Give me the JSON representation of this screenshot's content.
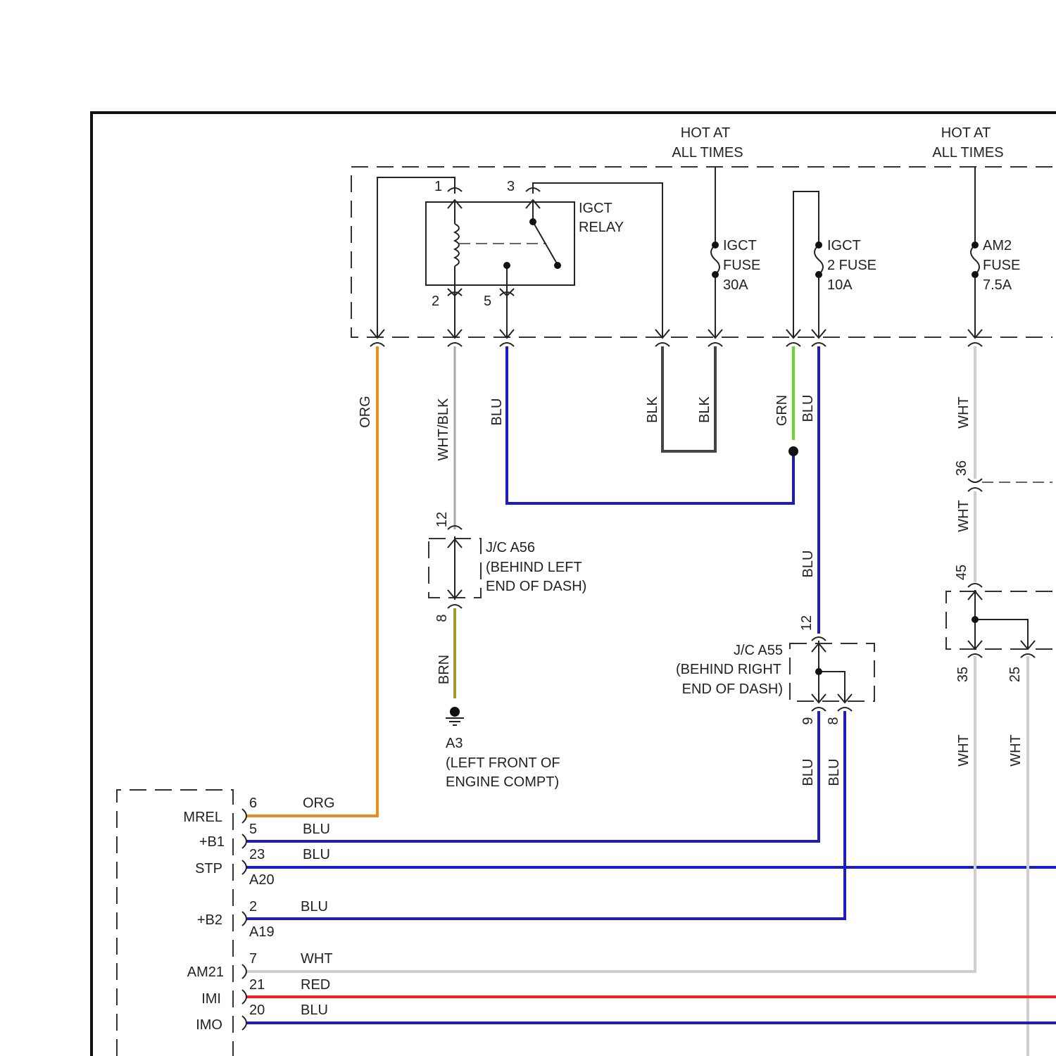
{
  "colors": {
    "ORG": "#ee8a1e",
    "WHT_BLK": "#a8a8a8",
    "BLU": "#1c1cc4",
    "BLK": "#444444",
    "GRN": "#6ad632",
    "WHT": "#cfcfcf",
    "BRN": "#a09a2c",
    "RED": "#ee2222"
  },
  "top": {
    "hot_at_left_1": "HOT AT",
    "hot_at_left_2": "ALL TIMES",
    "hot_at_right_1": "HOT AT",
    "hot_at_right_2": "ALL TIMES"
  },
  "relay": {
    "name_1": "IGCT",
    "name_2": "RELAY",
    "pin_1": "1",
    "pin_2": "2",
    "pin_3": "3",
    "pin_5": "5"
  },
  "fuses": {
    "igct": [
      "IGCT",
      "FUSE",
      "30A"
    ],
    "igct2": [
      "IGCT",
      "2 FUSE",
      "10A"
    ],
    "am2": [
      "AM2",
      "FUSE",
      "7.5A"
    ]
  },
  "wires": {
    "org": "ORG",
    "wht_blk": "WHT/BLK",
    "blu_relay": "BLU",
    "blk_a": "BLK",
    "blk_b": "BLK",
    "grn": "GRN",
    "blu_fuse": "BLU",
    "wht_am2": "WHT",
    "wht_mid": "WHT",
    "blu_mid": "BLU",
    "brn": "BRN",
    "blu_9": "BLU",
    "blu_8": "BLU",
    "wht_35": "WHT",
    "wht_25": "WHT"
  },
  "jc_a56": {
    "title": "J/C A56",
    "loc_1": "(BEHIND LEFT",
    "loc_2": "END OF DASH)",
    "pin_top": "12",
    "pin_bottom": "8"
  },
  "ground": {
    "id": "A3",
    "loc_1": "(LEFT FRONT OF",
    "loc_2": "ENGINE COMPT)"
  },
  "jc_a55": {
    "title": "J/C A55",
    "loc_1": "(BEHIND RIGHT",
    "loc_2": "END OF DASH)",
    "pin_top": "12",
    "pin_9": "9",
    "pin_8": "8"
  },
  "right_connector": {
    "pin_36": "36",
    "pin_45": "45",
    "pin_35": "35",
    "pin_25": "25"
  },
  "ecu": {
    "terminals": [
      {
        "label": "MREL",
        "pin": "6",
        "wire": "ORG"
      },
      {
        "label": "+B1",
        "pin": "5",
        "wire": "BLU"
      },
      {
        "label": "STP",
        "pin": "23",
        "wire": "BLU",
        "connector": "A20"
      },
      {
        "label": "+B2",
        "pin": "2",
        "wire": "BLU",
        "connector": "A19"
      },
      {
        "label": "AM21",
        "pin": "7",
        "wire": "WHT"
      },
      {
        "label": "IMI",
        "pin": "21",
        "wire": "RED"
      },
      {
        "label": "IMO",
        "pin": "20",
        "wire": "BLU"
      }
    ]
  }
}
